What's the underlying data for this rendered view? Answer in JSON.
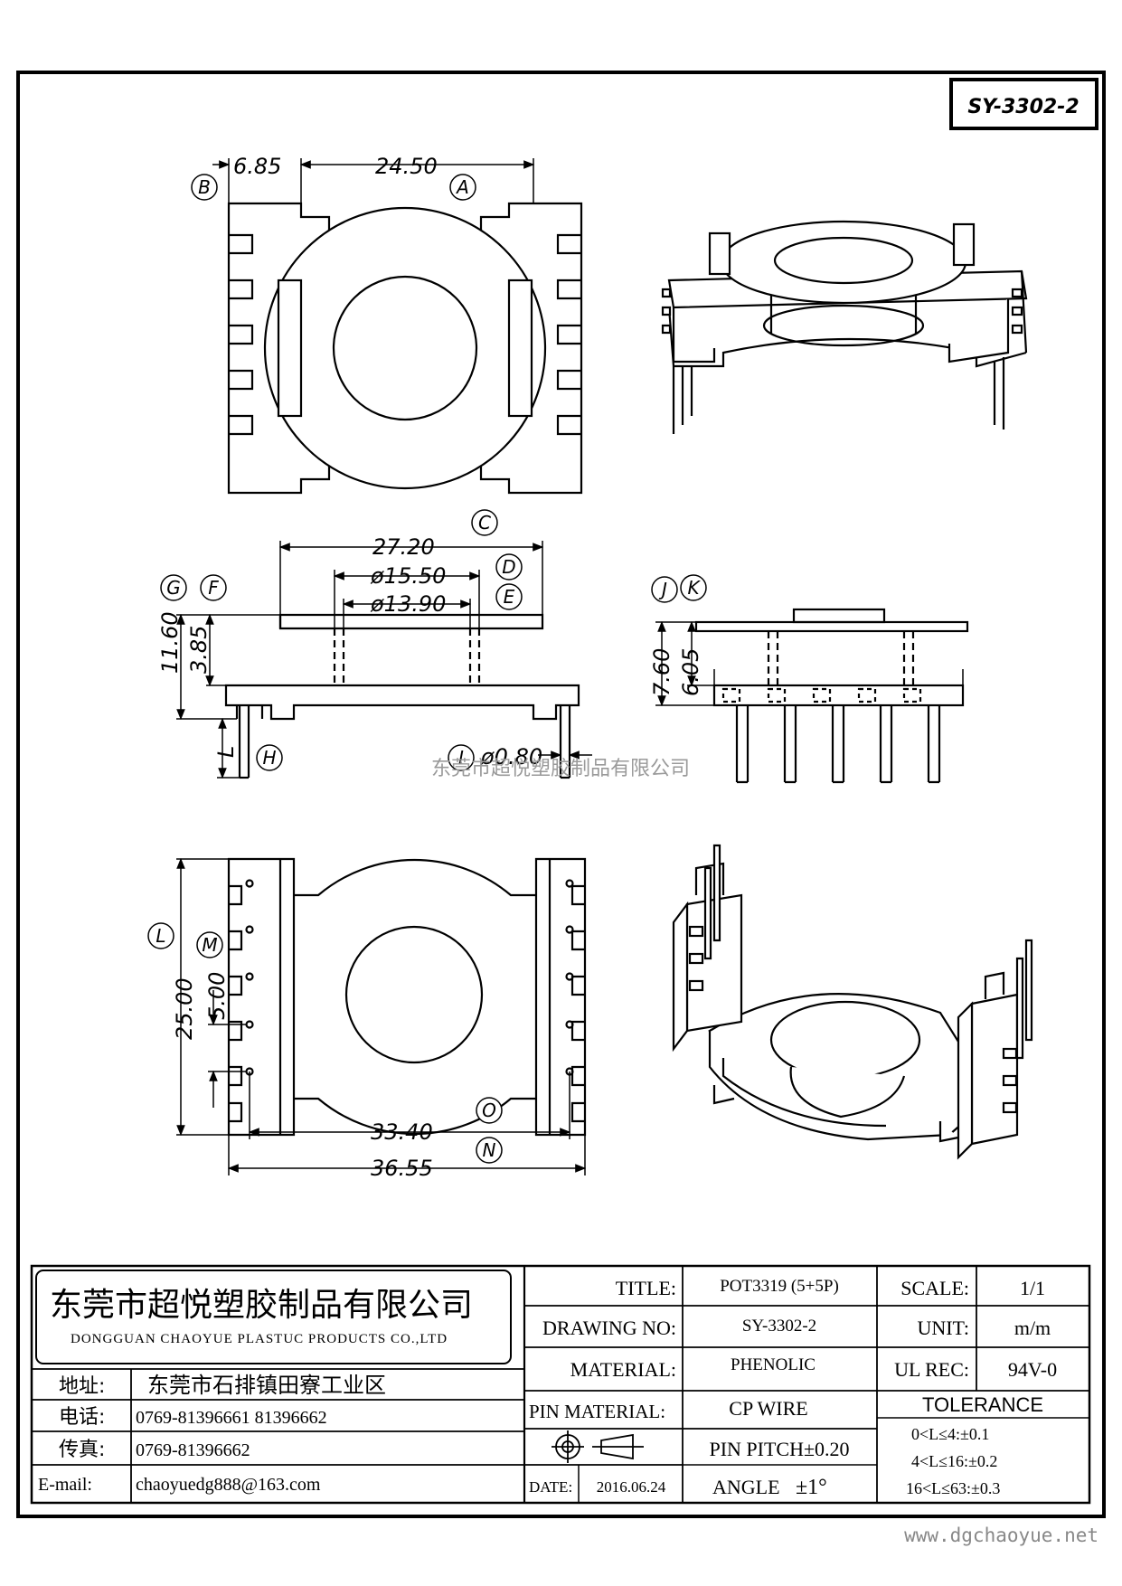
{
  "drawing_id": "SY-3302-2",
  "watermark": "东莞市超悦塑胶制品有限公司",
  "website": "www.dgchaoyue.net",
  "dimensions": {
    "top_width": "24.50",
    "top_offset": "6.85",
    "front_width": "27.20",
    "front_d1": "ø15.50",
    "front_d2": "ø13.90",
    "front_h1": "11.60",
    "front_h2": "3.85",
    "front_pin_len": "L",
    "front_pin_dia": "ø0.80",
    "side_h1": "7.60",
    "side_h2": "6.05",
    "bottom_height": "25.00",
    "bottom_pitch": "5.00",
    "bottom_w1": "33.40",
    "bottom_w2": "36.55"
  },
  "callouts": [
    "A",
    "B",
    "C",
    "D",
    "E",
    "F",
    "G",
    "H",
    "I",
    "J",
    "K",
    "L",
    "M",
    "N",
    "O"
  ],
  "title_block": {
    "company_cn": "东莞市超悦塑胶制品有限公司",
    "company_en": "DONGGUAN CHAOYUE PLASTUC PRODUCTS CO.,LTD",
    "address_label": "地址:",
    "address_value": "东莞市石排镇田寮工业区",
    "phone_label": "电话:",
    "phone_value": "0769-81396661   81396662",
    "fax_label": "传真:",
    "fax_value": "0769-81396662",
    "email_label": "E-mail:",
    "email_value": "chaoyuedg888@163.com",
    "title_label": "TITLE:",
    "title_value": "POT3319 (5+5P)",
    "drawing_no_label": "DRAWING NO:",
    "drawing_no_value": "SY-3302-2",
    "material_label": "MATERIAL:",
    "material_value": "PHENOLIC",
    "pin_material_label": "PIN MATERIAL:",
    "pin_material_value": "CP  WIRE",
    "pin_pitch": "PIN PITCH±0.20",
    "date_label": "DATE:",
    "date_value": "2016.06.24",
    "angle_label": "ANGLE",
    "angle_value": "±1°",
    "scale_label": "SCALE:",
    "scale_value": "1/1",
    "unit_label": "UNIT:",
    "unit_value": "m/m",
    "ul_label": "UL REC:",
    "ul_value": "94V-0",
    "tolerance_label": "TOLERANCE",
    "tolerance_rows": [
      "0<L≤4:±0.1",
      "4<L≤16:±0.2",
      "16<L≤63:±0.3"
    ]
  }
}
